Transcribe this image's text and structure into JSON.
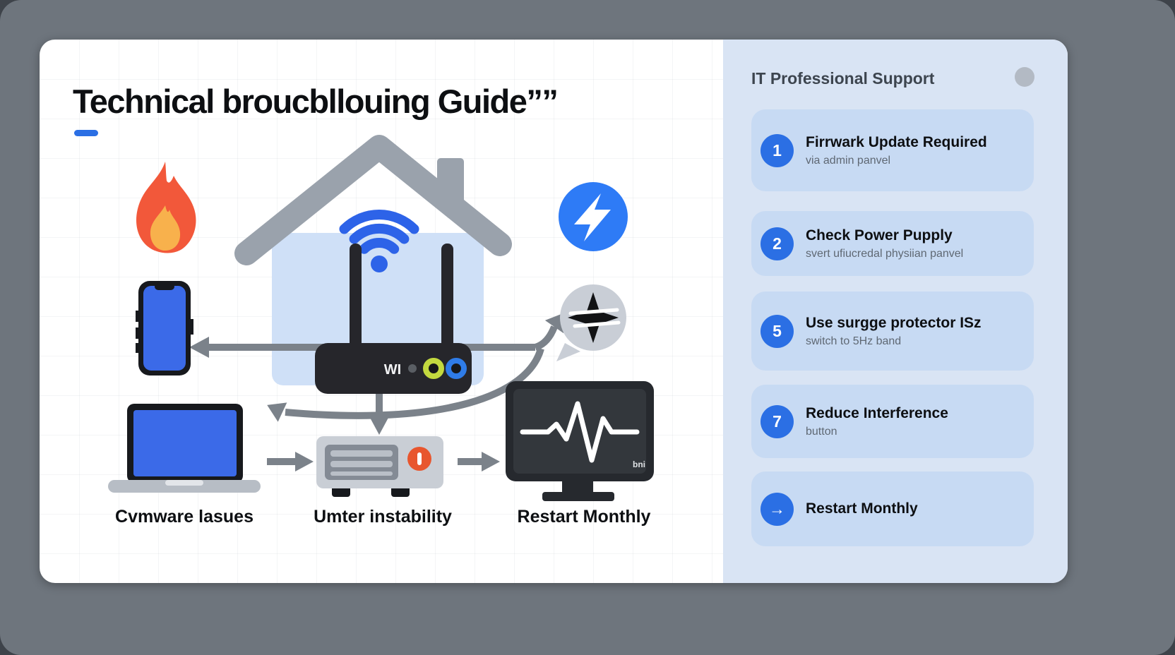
{
  "title": "Technical broucbllouing Guide””",
  "diagram": {
    "router_label": "WI",
    "monitor_label": "bni",
    "captions": [
      "Cvmware lasues",
      "Umter instability",
      "Restart Monthly"
    ]
  },
  "panel": {
    "header": "IT Professional Support",
    "items": [
      {
        "badge": "1",
        "title": "Firrwark Update Required",
        "subtitle": "via admin panvel"
      },
      {
        "badge": "2",
        "title": "Check Power Pupply",
        "subtitle": "svert ufiucredal physiian panvel"
      },
      {
        "badge": "5",
        "title": "Use surgge protector ISz",
        "subtitle": "switch to 5Hz band"
      },
      {
        "badge": "7",
        "title": "Reduce Interference",
        "subtitle": "button"
      },
      {
        "badge": "→",
        "title": "Restart Monthly",
        "subtitle": ""
      }
    ]
  },
  "colors": {
    "accent": "#2b6fe4",
    "panel_bg": "#d9e4f4",
    "item_bg": "#c7daf3",
    "frame_bg": "#6e757d",
    "outer_bg": "#3e434a",
    "ink": "#0d0f12",
    "muted": "#5f6873",
    "house_fill": "#cfe0f7",
    "roof": "#9aa2ac",
    "arrow": "#7b828a",
    "router": "#26262b",
    "screen_blue": "#3b6ae8",
    "monitor": "#26292e",
    "bolt_blue": "#2e7bf6",
    "bubble": "#c9ced6",
    "alert": "#e8562e",
    "wifi": "#2d63e8",
    "flame_outer": "#f2583a",
    "flame_inner": "#f8b14c",
    "status_dot": "#b3bac4"
  }
}
